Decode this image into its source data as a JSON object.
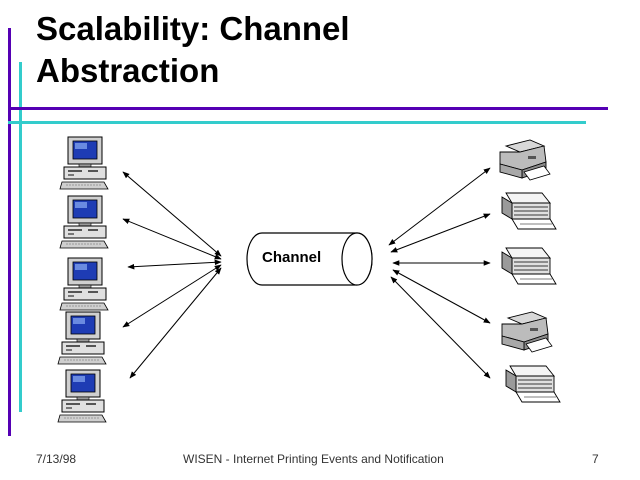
{
  "slide": {
    "title_line1": "Scalability: Channel",
    "title_line2": "Abstraction"
  },
  "diagram": {
    "channel_label": "Channel",
    "computers": [
      {
        "icon": "desktop-computer-icon"
      },
      {
        "icon": "desktop-computer-icon"
      },
      {
        "icon": "desktop-computer-icon"
      },
      {
        "icon": "desktop-computer-icon"
      },
      {
        "icon": "desktop-computer-icon"
      }
    ],
    "printers": [
      {
        "icon": "inkjet-printer-icon"
      },
      {
        "icon": "laser-printer-icon"
      },
      {
        "icon": "laser-printer-icon"
      },
      {
        "icon": "inkjet-printer-icon"
      },
      {
        "icon": "laser-printer-icon"
      }
    ]
  },
  "footer": {
    "date": "7/13/98",
    "center": "WISEN - Internet  Printing Events and Notification",
    "page": "7"
  },
  "colors": {
    "accent_purple": "#5500b4",
    "accent_teal": "#33cccc"
  }
}
